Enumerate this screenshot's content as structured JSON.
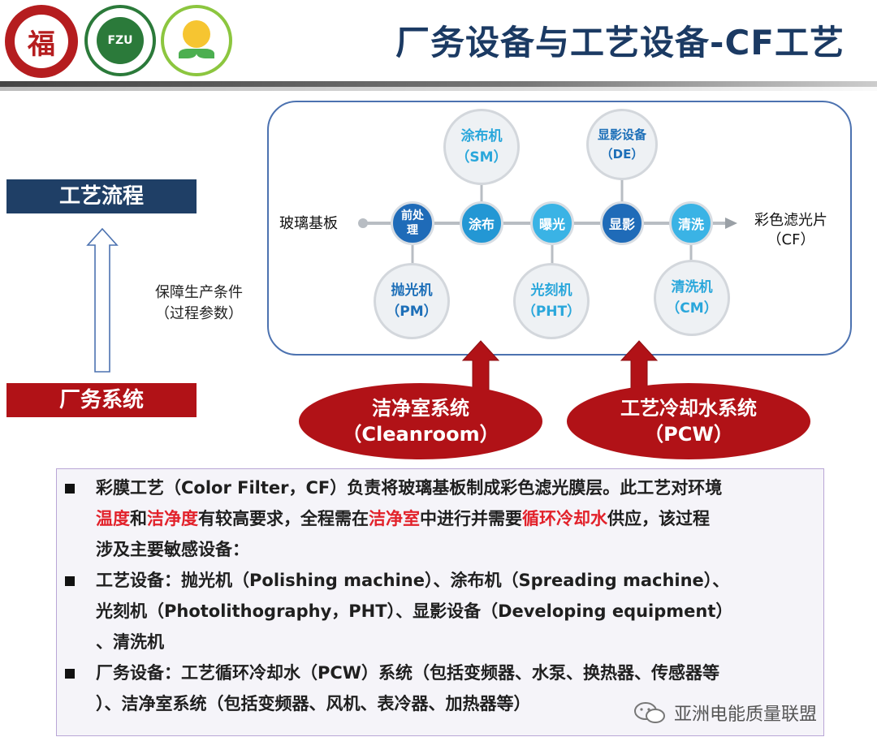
{
  "header": {
    "title": "厂务设备与工艺设备-CF工艺",
    "logos": [
      {
        "name": "fuzhou-university-logo",
        "glyph": "福"
      },
      {
        "name": "fzu-center-logo",
        "glyph": "FZU"
      },
      {
        "name": "lightbulb-leaf-logo"
      }
    ]
  },
  "left": {
    "process_flow": "工艺流程",
    "facility_system": "厂务系统",
    "condition_line1": "保障生产条件",
    "condition_line2": "（过程参数）"
  },
  "process": {
    "input": "玻璃基板",
    "output_line1": "彩色滤光片",
    "output_line2": "（CF）",
    "steps": [
      {
        "id": "pretreat",
        "line1": "前处",
        "line2": "理"
      },
      {
        "id": "coat",
        "label": "涂布"
      },
      {
        "id": "expose",
        "label": "曝光"
      },
      {
        "id": "develop",
        "label": "显影"
      },
      {
        "id": "clean",
        "label": "清洗"
      }
    ],
    "equipment_top": [
      {
        "name": "涂布机",
        "abbr": "（SM）"
      },
      {
        "name": "显影设备",
        "abbr": "（DE）"
      }
    ],
    "equipment_bottom": [
      {
        "name": "抛光机",
        "abbr": "（PM）"
      },
      {
        "name": "光刻机",
        "abbr": "（PHT）"
      },
      {
        "name": "清洗机",
        "abbr": "（CM）"
      }
    ]
  },
  "facility": {
    "cleanroom_line1": "洁净室系统",
    "cleanroom_line2": "（Cleanroom）",
    "pcw_line1": "工艺冷却水系统",
    "pcw_line2": "（PCW）"
  },
  "description": {
    "p1_a": "彩膜工艺（Color Filter，CF）负责将玻璃基板制成彩色滤光膜层。此工艺对环境",
    "p1_hl1": "温度",
    "p1_b": "和",
    "p1_hl2": "洁净度",
    "p1_c": "有较高要求，全程需在",
    "p1_hl3": "洁净室",
    "p1_d": "中进行并需要",
    "p1_hl4": "循环冷却水",
    "p1_e": "供应，该过程",
    "p1_f": "涉及主要敏感设备：",
    "p2_l1": "工艺设备：抛光机（Polishing machine）、涂布机（Spreading machine）、",
    "p2_l2": "光刻机（Photolithography，PHT）、显影设备（Developing equipment）",
    "p2_l3": "、清洗机",
    "p3_l1": "厂务设备：工艺循环冷却水（PCW）系统（包括变频器、水泵、换热器、传感器等",
    "p3_l2": "）、洁净室系统（包括变频器、风机、表冷器、加热器等）"
  },
  "watermark": "亚洲电能质量联盟",
  "colors": {
    "title": "#1b3a63",
    "blue_box": "#1f3f66",
    "red": "#b11217",
    "highlight": "#e2212a",
    "step_dark": "#1f6bb8",
    "step_light": "#3ab3e5"
  }
}
